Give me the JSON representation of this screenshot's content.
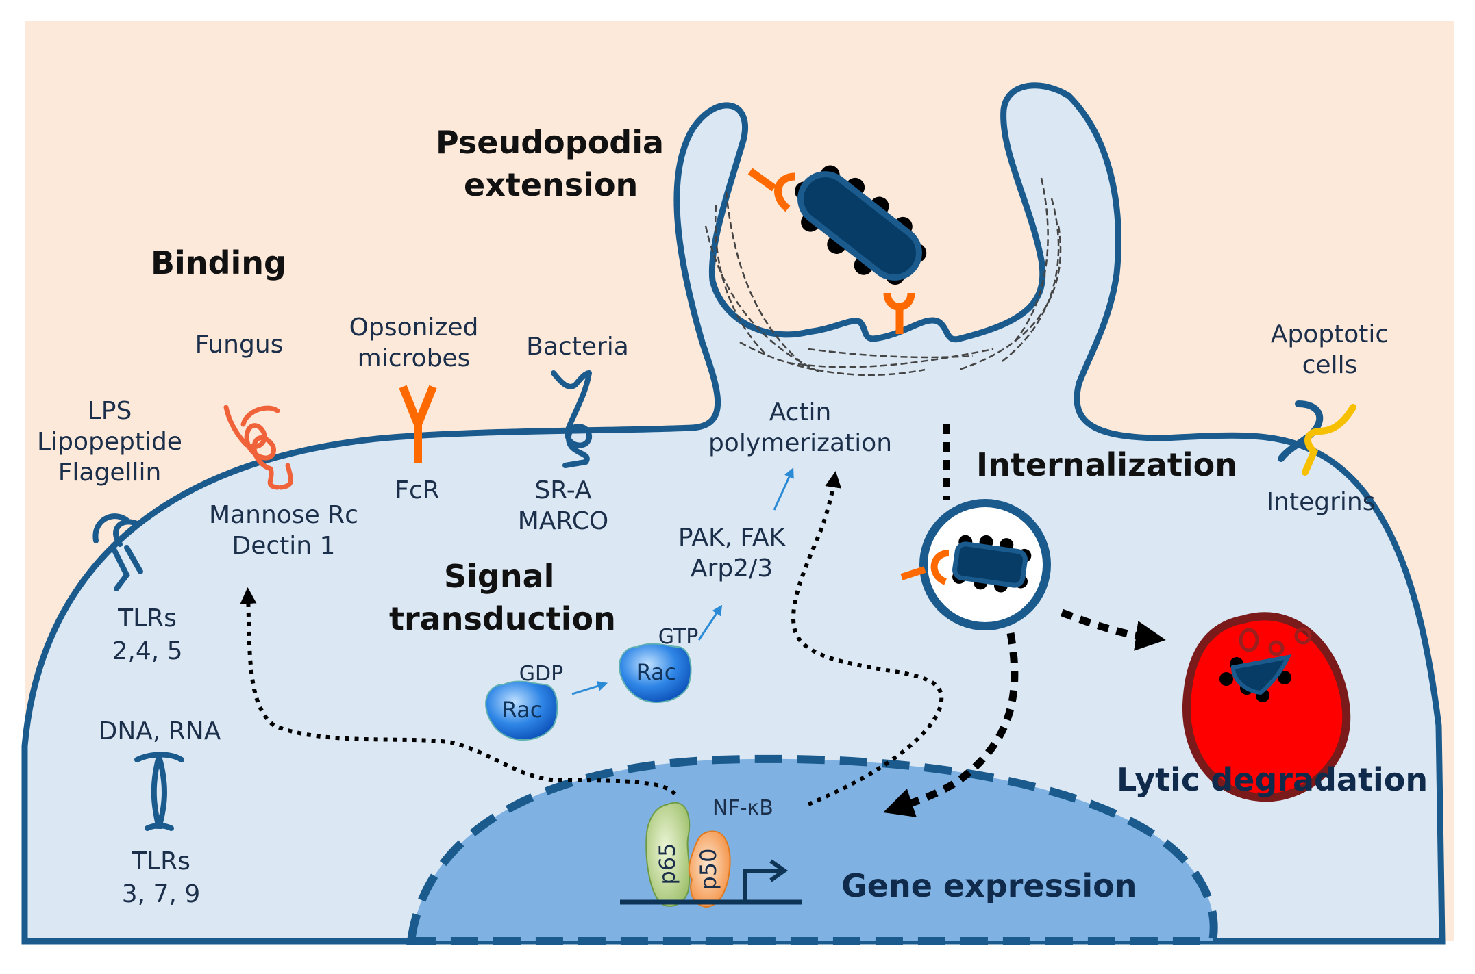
{
  "colors": {
    "extracellular": "#fde9da",
    "cytoplasm": "#dbe7f3",
    "membrane": "#1a5a8c",
    "nucleus": "#7fb2e2",
    "orange_receptor": "#ff6a00",
    "fungus": "#f0623a",
    "integrin_yellow": "#f6c000",
    "bacterium": "#063c66",
    "lysosome_fill": "#ff0000",
    "lysosome_border": "#7a1a1a",
    "p65": "#a9c97a",
    "p50": "#f59a4a",
    "rac": "#1e6fd9",
    "signal_arrow": "#2a8ad6"
  },
  "headings": {
    "binding": "Binding",
    "pseudopodia_line1": "Pseudopodia",
    "pseudopodia_line2": "extension",
    "signal_line1": "Signal",
    "signal_line2": "transduction",
    "internalization": "Internalization",
    "lytic": "Lytic degradation",
    "gene_expression": "Gene expression"
  },
  "ligands": {
    "lps": [
      "LPS",
      "Lipopeptide",
      "Flagellin"
    ],
    "fungus": "Fungus",
    "opsonized": [
      "Opsonized",
      "microbes"
    ],
    "bacteria": "Bacteria",
    "apoptotic": [
      "Apoptotic",
      "cells"
    ],
    "dna_rna": "DNA, RNA"
  },
  "receptors": {
    "tlr_surface": [
      "TLRs",
      "2,4, 5"
    ],
    "tlr_endo": [
      "TLRs",
      "3, 7, 9"
    ],
    "mannose": [
      "Mannose Rc",
      "Dectin 1"
    ],
    "fcr": "FcR",
    "sra": [
      "SR-A",
      "MARCO"
    ],
    "integrins": "Integrins"
  },
  "signaling": {
    "actin": [
      "Actin",
      "polymerization"
    ],
    "pak": [
      "PAK, FAK",
      "Arp2/3"
    ],
    "gdp": "GDP",
    "gtp": "GTP",
    "rac": "Rac",
    "nfkb": "NF-κB",
    "p65": "p65",
    "p50": "p50"
  }
}
